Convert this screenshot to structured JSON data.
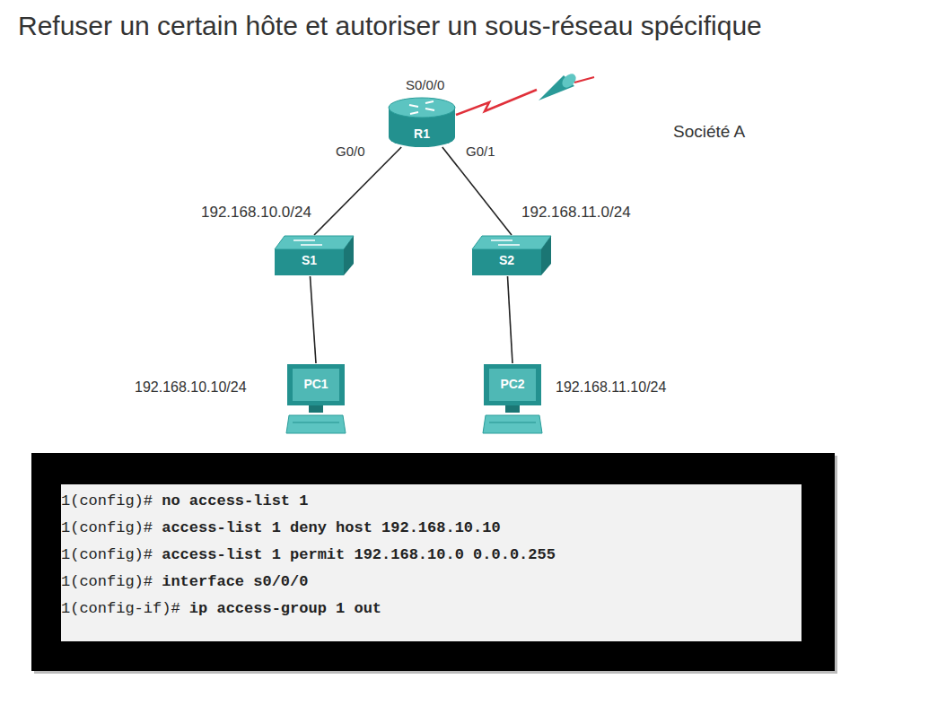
{
  "diagram": {
    "title": "Refuser un certain hôte et autoriser un sous-réseau spécifique",
    "nodes": [
      {
        "text": [
          "R1"
        ]
      },
      {
        "text": [
          "S1"
        ]
      },
      {
        "text": [
          "S2"
        ]
      },
      {
        "text": [
          "PC1"
        ]
      },
      {
        "text": [
          "PC2"
        ]
      },
      {
        "text": [
          "1(config)# no access-list 1",
          "1(config)# access-list 1 deny host 192.168.10.10",
          "1(config)# access-list 1 permit 192.168.10.0 0.0.0.255",
          "1(config)# interface s0/0/0",
          "1(config-if)# ip access-group 1 out"
        ]
      }
    ],
    "edges": [
      {
        "from": 0,
        "to": 1,
        "arrow": "none"
      },
      {
        "from": 0,
        "to": 2,
        "arrow": "none"
      },
      {
        "from": 1,
        "to": 3,
        "arrow": "none"
      },
      {
        "from": 2,
        "to": 4,
        "arrow": "none"
      }
    ],
    "labels": [
      "S0/0/0",
      "Société A",
      "G0/0",
      "G0/1",
      "192.168.10.0/24",
      "192.168.11.0/24",
      "192.168.10.10/24",
      "192.168.11.10/24"
    ]
  }
}
